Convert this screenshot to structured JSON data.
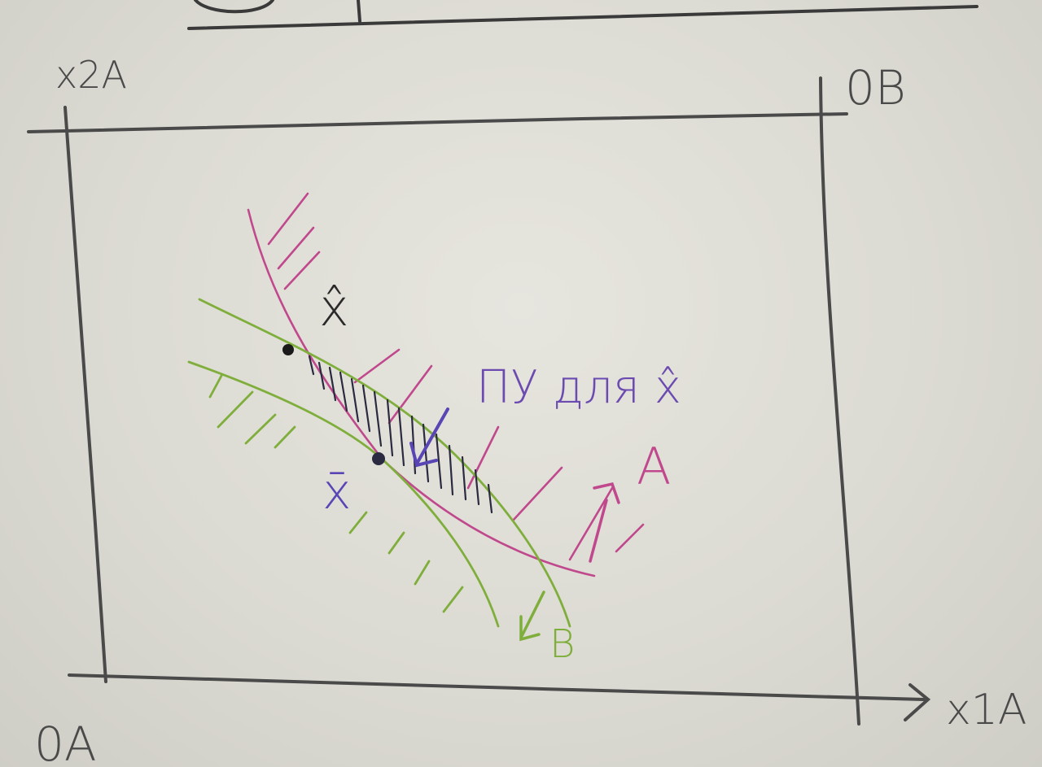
{
  "diagram": {
    "type": "edgeworth-box",
    "labels": {
      "origin_a": "0A",
      "origin_b": "0B",
      "axis_x2": "x2A",
      "axis_x1": "x1A",
      "point_hat": "x̂",
      "point_bar": "x̄",
      "region_caption": "ПУ для x̂",
      "curve_a_label": "A",
      "curve_b_label": "B"
    },
    "colors": {
      "box": "#4a4a4a",
      "curve_a": "#c0488c",
      "curve_b": "#7fae3c",
      "caption": "#6b4bb0",
      "marker": "#1a1a1a",
      "arrow": "#5a45b5"
    }
  }
}
